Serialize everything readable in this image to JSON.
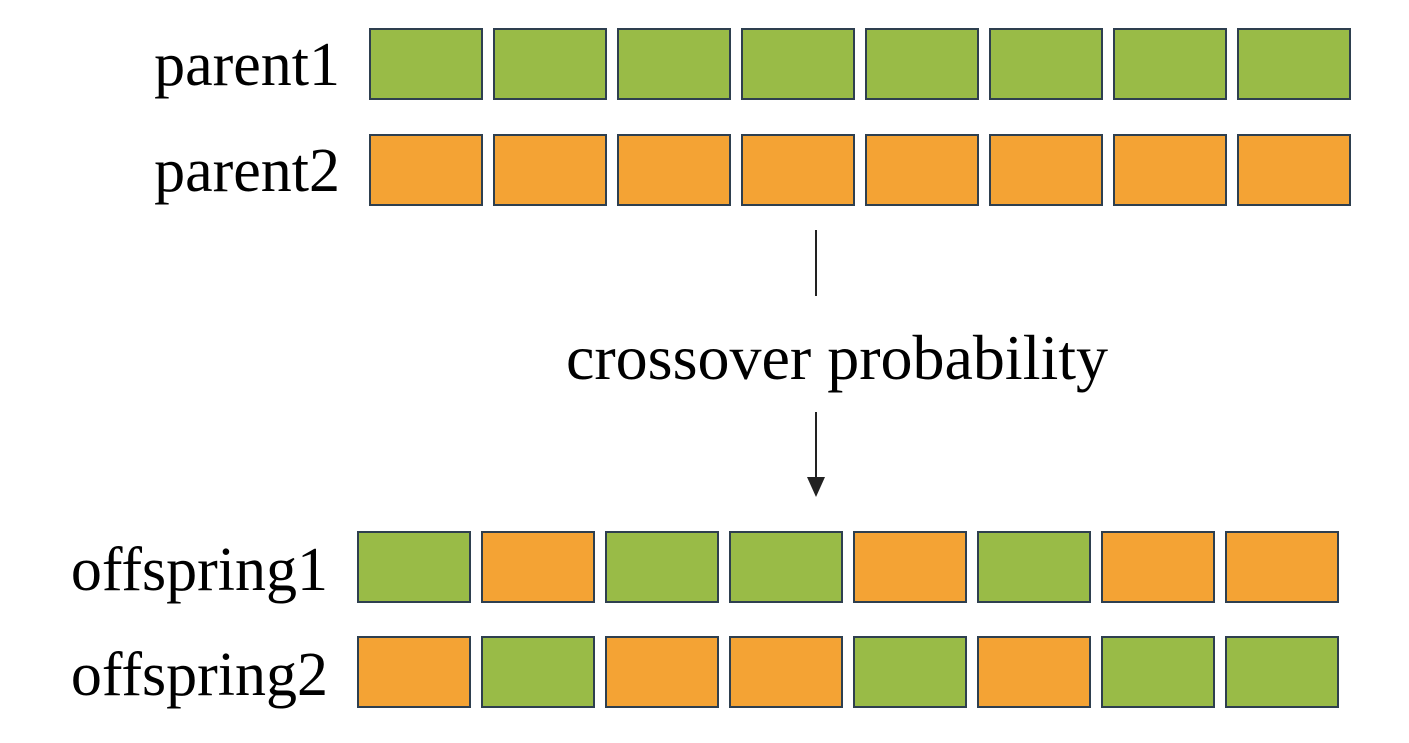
{
  "rows": [
    {
      "label": "parent1",
      "genes": [
        "green",
        "green",
        "green",
        "green",
        "green",
        "green",
        "green",
        "green"
      ]
    },
    {
      "label": "parent2",
      "genes": [
        "orange",
        "orange",
        "orange",
        "orange",
        "orange",
        "orange",
        "orange",
        "orange"
      ]
    },
    {
      "label": "offspring1",
      "genes": [
        "green",
        "orange",
        "green",
        "green",
        "orange",
        "green",
        "orange",
        "orange"
      ]
    },
    {
      "label": "offspring2",
      "genes": [
        "orange",
        "green",
        "orange",
        "orange",
        "green",
        "orange",
        "green",
        "green"
      ]
    }
  ],
  "operation": {
    "label": "crossover probability"
  },
  "colors": {
    "green": "#99bb47",
    "orange": "#f4a334",
    "gene_border": "#2e3f4f"
  }
}
